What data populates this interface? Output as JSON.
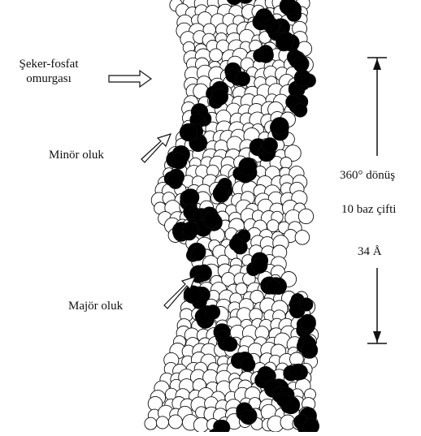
{
  "labels": {
    "sugar_phosphate_line1": "Şeker-fosfat",
    "sugar_phosphate_line2": "omurgası",
    "minor_groove": "Minör oluk",
    "major_groove": "Majör oluk",
    "turn": "360° dönüş",
    "base_pairs": "10 baz çifti",
    "pitch": "34 Å"
  },
  "colors": {
    "backbone_atoms": "#000000",
    "base_atoms": "#ffffff",
    "outline": "#111111"
  },
  "icons": [
    "outline-arrow",
    "double-headed-arrow"
  ]
}
